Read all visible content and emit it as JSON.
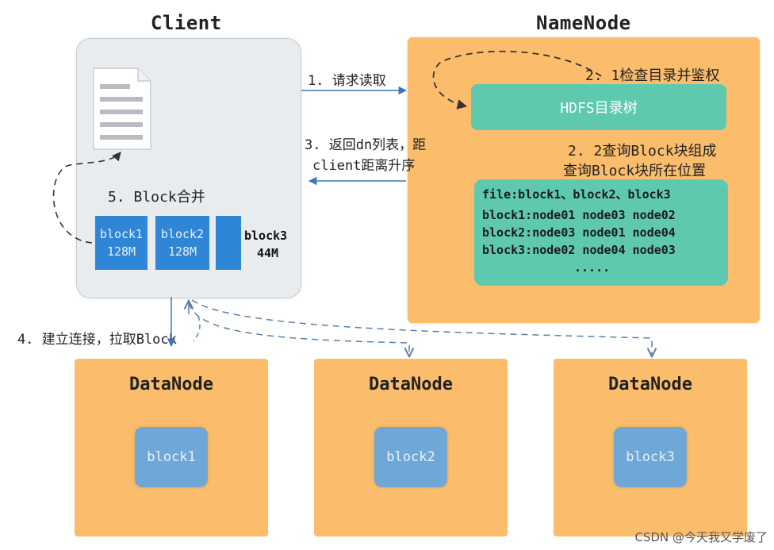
{
  "client": {
    "title": "Client",
    "merge_label": "5. Block合并"
  },
  "namenode": {
    "title": "NameNode",
    "check_label": "2. 1检查目录并鉴权",
    "tree_label": "HDFS目录树",
    "query_label_1": "2. 2查询Block块组成",
    "query_label_2": "查询Block块所在位置",
    "table_lines": [
      "file:block1、block2、block3",
      "block1:node01 node03 node02",
      "block2:node03 node01 node04",
      "block3:node02 node04 node03",
      "....."
    ]
  },
  "client_blocks": [
    {
      "name": "block1",
      "size": "128M"
    },
    {
      "name": "block2",
      "size": "128M"
    },
    {
      "name": "block3",
      "size": "44M"
    }
  ],
  "steps": {
    "request": "1. 请求读取",
    "return_1": "3. 返回dn列表，距",
    "return_2": "client距离升序",
    "connect": "4. 建立连接，拉取Block"
  },
  "datanodes": [
    {
      "title": "DataNode",
      "block": "block1"
    },
    {
      "title": "DataNode",
      "block": "block2"
    },
    {
      "title": "DataNode",
      "block": "block3"
    }
  ],
  "watermark": "CSDN @今天我又学废了",
  "colors": {
    "orange": "#fbbd6c",
    "teal": "#5fc9b0",
    "client_gray": "#e9ecef",
    "block_blue": "#2f86d6",
    "dn_block_blue": "#6fa8d6",
    "arrow_blue": "#3a78b5"
  }
}
